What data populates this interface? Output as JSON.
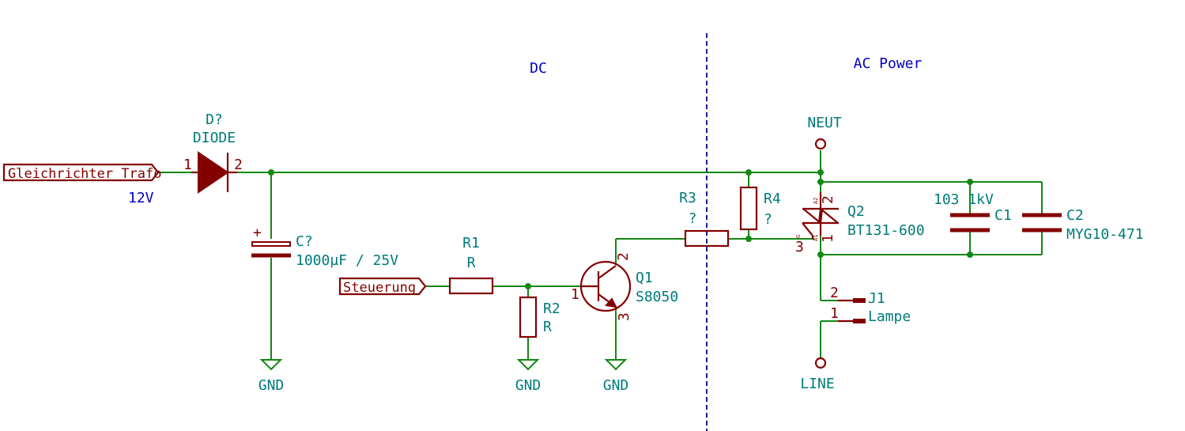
{
  "sections": {
    "dc": "DC",
    "ac": "AC Power"
  },
  "global_labels": {
    "input": "Gleichrichter_Trafo",
    "control": "Steuerung"
  },
  "notes": {
    "voltage": "12V"
  },
  "diode": {
    "ref": "D?",
    "value": "DIODE",
    "pin1": "1",
    "pin2": "2"
  },
  "cap_main": {
    "ref": "C?",
    "value": "1000µF / 25V",
    "plus": "+"
  },
  "r1": {
    "ref": "R1",
    "value": "R"
  },
  "r2": {
    "ref": "R2",
    "value": "R"
  },
  "r3": {
    "ref": "R3",
    "value": "?"
  },
  "r4": {
    "ref": "R4",
    "value": "?"
  },
  "q1": {
    "ref": "Q1",
    "value": "S8050",
    "pin1": "1",
    "pin2": "2",
    "pin3": "3"
  },
  "q2": {
    "ref": "Q2",
    "value": "BT131-600",
    "pin1": "1",
    "pin2": "2",
    "pin3": "3",
    "a2": "A2",
    "a1": "A1",
    "g": "G"
  },
  "c1": {
    "ref": "C1",
    "value": "103 1kV"
  },
  "c2": {
    "ref": "C2",
    "value": "MYG10-471"
  },
  "j1": {
    "ref": "J1",
    "value": "Lampe",
    "pin1": "1",
    "pin2": "2"
  },
  "power": {
    "neut": "NEUT",
    "line": "LINE",
    "gnd": "GND"
  }
}
